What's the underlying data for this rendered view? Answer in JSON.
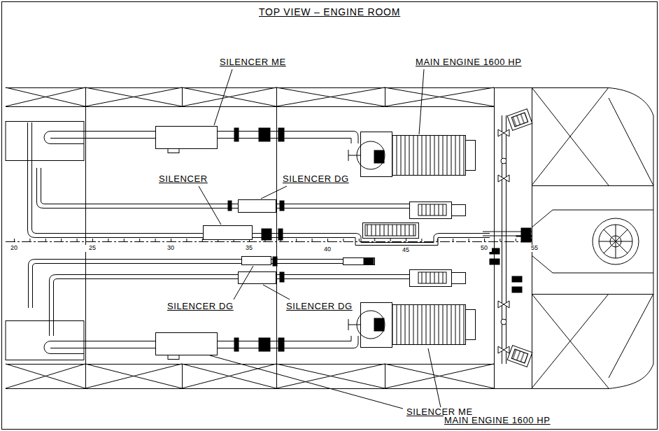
{
  "diagram": {
    "title": "TOP VIEW – ENGINE ROOM",
    "labels": [
      "SILENCER ME",
      "MAIN ENGINE 1600 HP",
      "SILENCER",
      "SILENCER DG",
      "SILENCER DG",
      "SILENCER DG",
      "SILENCER ME",
      "MAIN ENGINE 1600 HP",
      "20",
      "25",
      "30",
      "35",
      "40",
      "45",
      "50",
      "55"
    ]
  }
}
